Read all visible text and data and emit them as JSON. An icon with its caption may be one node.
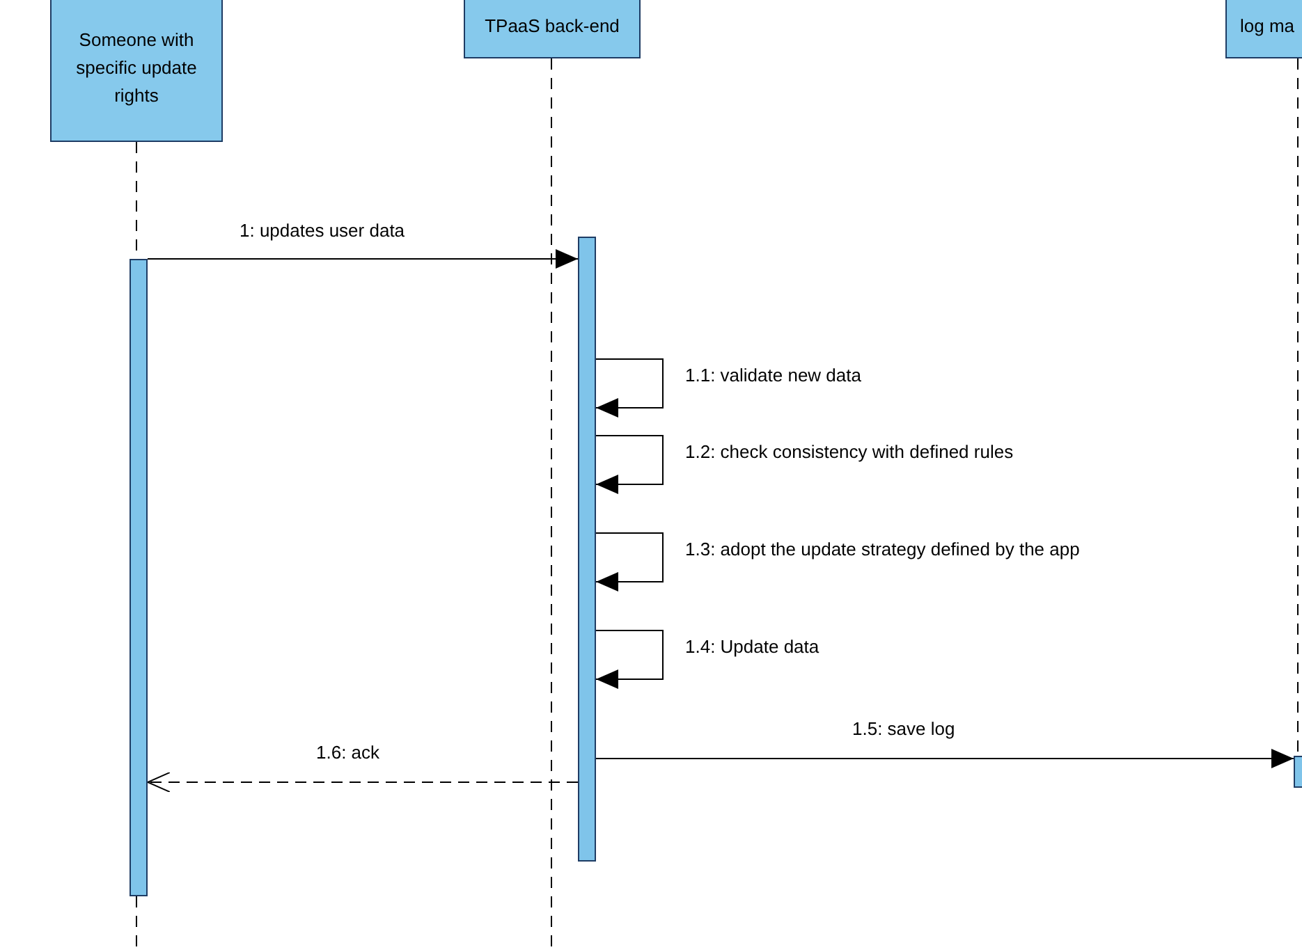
{
  "diagram": {
    "nodes": [
      {
        "text": [
          "Someone with specific update rights"
        ]
      },
      {
        "text": [
          "TPaaS back-end"
        ]
      },
      {
        "text": [
          "log ma"
        ]
      },
      {
        "text": [],
        "shape": "bar"
      },
      {
        "text": [],
        "shape": "bar"
      },
      {
        "text": [],
        "shape": "bar"
      }
    ],
    "edges": [
      {
        "from": 3,
        "to": 4,
        "arrow": "to",
        "label": "1: updates user data"
      },
      {
        "from": 4,
        "to": 4,
        "arrow": "to",
        "label": "1.1: validate new data"
      },
      {
        "from": 4,
        "to": 4,
        "arrow": "to",
        "label": "1.2: check consistency with defined rules"
      },
      {
        "from": 4,
        "to": 4,
        "arrow": "to",
        "label": "1.3: adopt the update strategy defined by the app"
      },
      {
        "from": 4,
        "to": 4,
        "arrow": "to",
        "label": "1.4: Update data"
      },
      {
        "from": 4,
        "to": 5,
        "arrow": "to",
        "label": "1.5: save log"
      },
      {
        "from": 4,
        "to": 3,
        "arrow": "to",
        "label": "1.6: ack",
        "style": "dashed"
      },
      {
        "from": 0,
        "to": 3,
        "arrow": "none",
        "style": "dashed"
      },
      {
        "from": 2,
        "to": 5,
        "arrow": "none",
        "style": "dashed"
      }
    ]
  }
}
